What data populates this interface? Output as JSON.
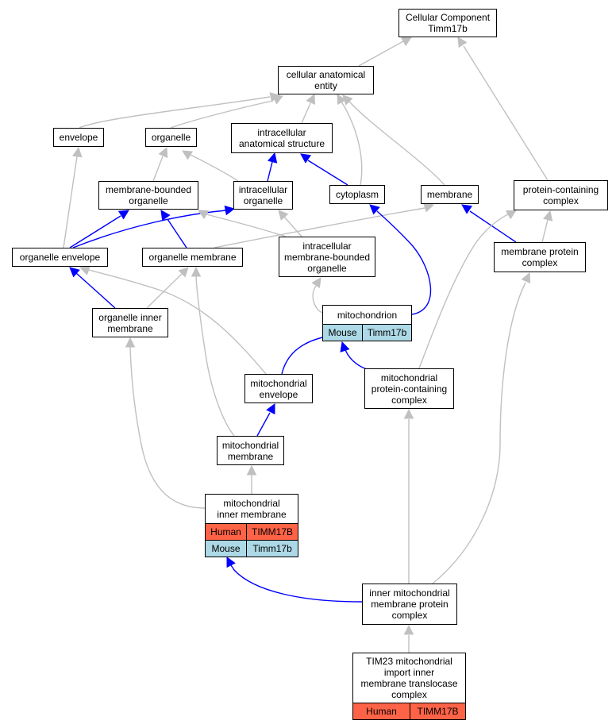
{
  "nodes": {
    "cc": "Cellular Component\nTimm17b",
    "cae": "cellular anatomical\nentity",
    "envelope": "envelope",
    "organelle": "organelle",
    "ias": "intracellular\nanatomical structure",
    "mbo": "membrane-bounded\norganelle",
    "io": "intracellular\norganelle",
    "cytoplasm": "cytoplasm",
    "membrane": "membrane",
    "pcc": "protein-containing\ncomplex",
    "oe": "organelle envelope",
    "om": "organelle membrane",
    "imbo": "intracellular\nmembrane-bounded\norganelle",
    "mpc": "membrane protein\ncomplex",
    "oim": "organelle inner\nmembrane",
    "mito": "mitochondrion",
    "menv": "mitochondrial\nenvelope",
    "mpcc": "mitochondrial\nprotein-containing\ncomplex",
    "mmem": "mitochondrial\nmembrane",
    "mim": "mitochondrial\ninner membrane",
    "imm": "inner mitochondrial\nmembrane protein\ncomplex",
    "tim23": "TIM23 mitochondrial\nimport inner\nmembrane translocase\ncomplex"
  },
  "annotations": {
    "mito_mouse": [
      "Mouse",
      "Timm17b"
    ],
    "mim_human": [
      "Human",
      "TIMM17B"
    ],
    "mim_mouse": [
      "Mouse",
      "Timm17b"
    ],
    "tim23_human": [
      "Human",
      "TIMM17B"
    ]
  },
  "colors": {
    "blue_edge": "#0000ff",
    "gray_edge": "#c0c0c0",
    "mouse": "#add8e6",
    "human": "#ff6347"
  }
}
